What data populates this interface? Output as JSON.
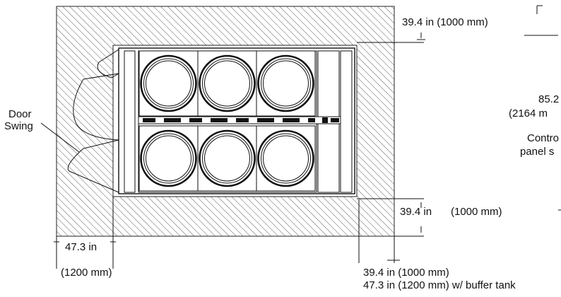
{
  "labels": {
    "top_clearance": "39.4 in (1000 mm)",
    "right_clearance_in": "39.4 in",
    "right_clearance_mm": "(1000 mm)",
    "left_clearance_in": "47.3 in",
    "left_clearance_mm": "(1200 mm)",
    "front_clearance": "39.4 in (1000 mm)",
    "front_clearance_buffer": "47.3 in (1200 mm) w/ buffer tank",
    "door_line1": "Door",
    "door_line2": "Swing",
    "height_in": "85.2",
    "height_mm": "(2164 m",
    "control_line1": "Contro",
    "control_line2": "panel s"
  },
  "drums": {
    "rows": 2,
    "columns": 3
  }
}
